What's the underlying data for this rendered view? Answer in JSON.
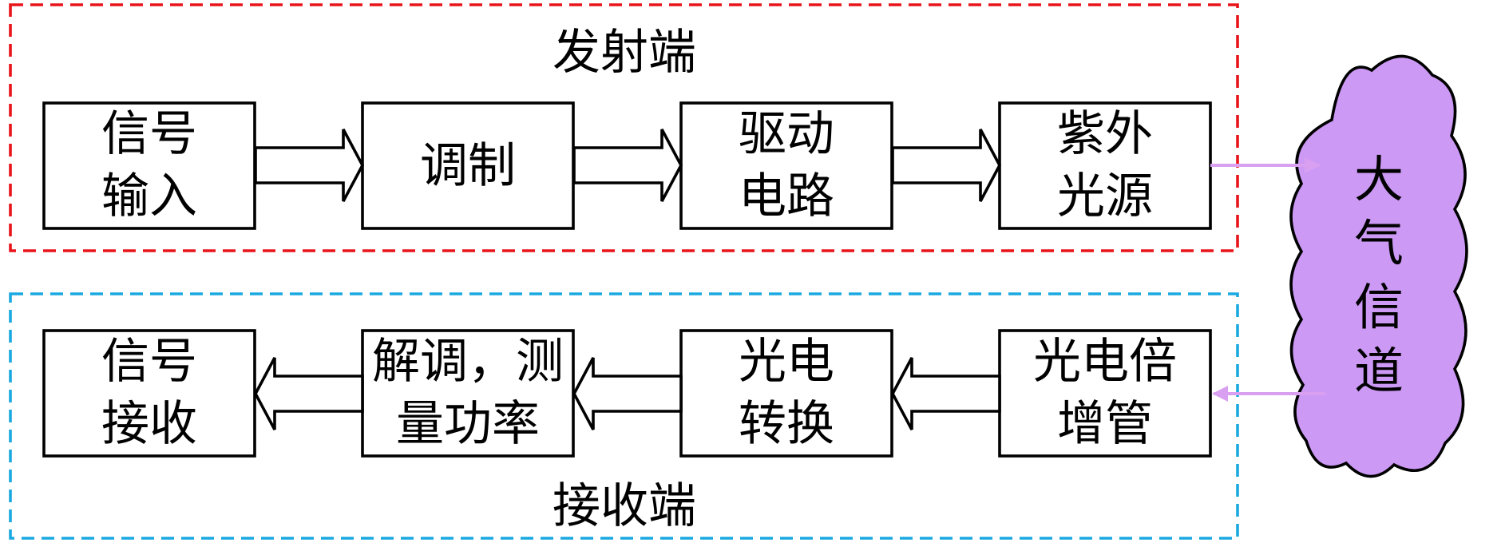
{
  "colors": {
    "transmitter_frame": "#e8141a",
    "receiver_frame": "#1aa9e0",
    "cloud_fill": "#cc99f5",
    "link_arrow": "#d9a0f2"
  },
  "groups": {
    "transmitter": {
      "label": "发射端"
    },
    "receiver": {
      "label": "接收端"
    }
  },
  "nodes": {
    "signal_input": {
      "lines": [
        "信号",
        "输入"
      ]
    },
    "modulation": {
      "lines": [
        "调制"
      ]
    },
    "drive_circuit": {
      "lines": [
        "驱动",
        "电路"
      ]
    },
    "uv_source": {
      "lines": [
        "紫外",
        "光源"
      ]
    },
    "signal_receive": {
      "lines": [
        "信号",
        "接收"
      ]
    },
    "demod_measure": {
      "lines": [
        "解调，测",
        "量功率"
      ]
    },
    "photoelectric_conversion": {
      "lines": [
        "光电",
        "转换"
      ]
    },
    "pmt": {
      "lines": [
        "光电倍",
        "增管"
      ]
    }
  },
  "channel": {
    "chars": [
      "大",
      "气",
      "信",
      "道"
    ]
  }
}
